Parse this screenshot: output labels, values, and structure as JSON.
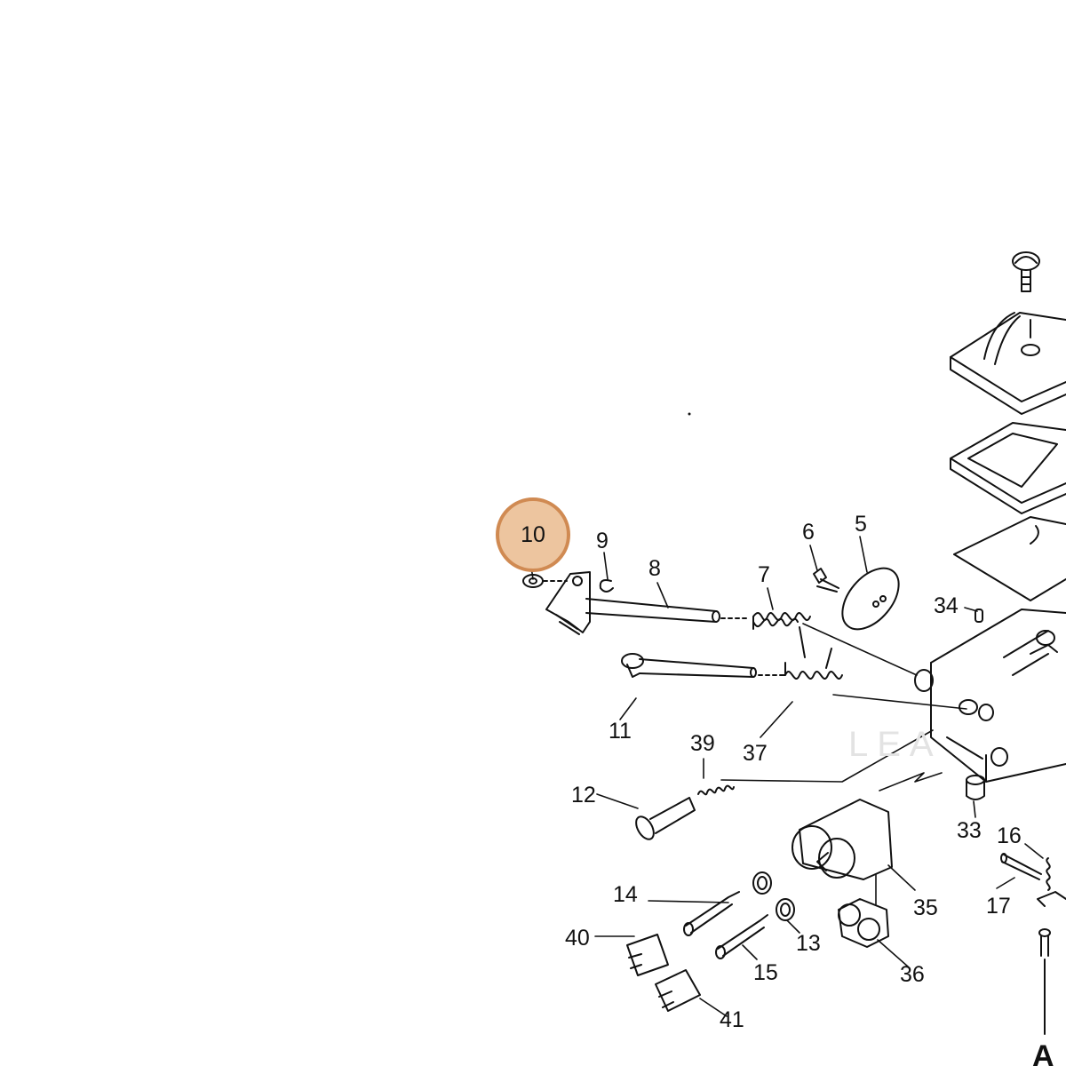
{
  "diagram": {
    "highlighted_part": "10",
    "highlight_color": "#edc59f",
    "highlight_border_color": "#d08a52",
    "section_letter": "A",
    "watermark_text": "LEA",
    "parts": [
      {
        "id": "p10",
        "label": "10"
      },
      {
        "id": "p9",
        "label": "9"
      },
      {
        "id": "p8",
        "label": "8"
      },
      {
        "id": "p7",
        "label": "7"
      },
      {
        "id": "p6",
        "label": "6"
      },
      {
        "id": "p5",
        "label": "5"
      },
      {
        "id": "p34",
        "label": "34"
      },
      {
        "id": "p11",
        "label": "11"
      },
      {
        "id": "p37",
        "label": "37"
      },
      {
        "id": "p39",
        "label": "39"
      },
      {
        "id": "p12",
        "label": "12"
      },
      {
        "id": "p33",
        "label": "33"
      },
      {
        "id": "p16",
        "label": "16"
      },
      {
        "id": "p17",
        "label": "17"
      },
      {
        "id": "p14",
        "label": "14"
      },
      {
        "id": "p35",
        "label": "35"
      },
      {
        "id": "p13",
        "label": "13"
      },
      {
        "id": "p40",
        "label": "40"
      },
      {
        "id": "p15",
        "label": "15"
      },
      {
        "id": "p36",
        "label": "36"
      },
      {
        "id": "p41",
        "label": "41"
      }
    ]
  }
}
